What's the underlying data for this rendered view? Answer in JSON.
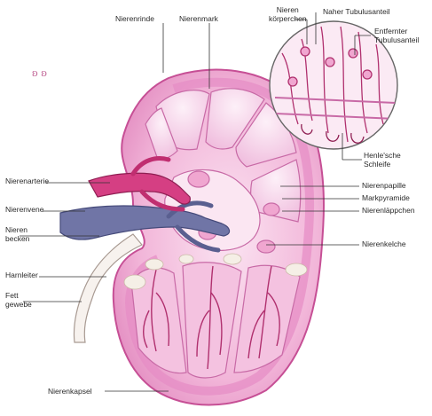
{
  "labels": {
    "nierenrinde": "Nierenrinde",
    "nierenmark": "Nierenmark",
    "nierenkoerperchen": [
      "Nieren",
      "körperchen"
    ],
    "naher_tubulusanteil": "Naher Tubulusanteil",
    "entfernter_tubulusanteil": [
      "Entfernter",
      "Tubulusanteil"
    ],
    "henle_schleife": [
      "Henle'sche",
      "Schleife"
    ],
    "nierenarterie": "Nierenarterie",
    "nierenvene": "Nierenvene",
    "nierenbecken": [
      "Nieren",
      "becken"
    ],
    "harnleiter": "Harnleiter",
    "fettgewebe": [
      "Fett",
      "gewebe"
    ],
    "nierenkapsel": "Nierenkapsel",
    "nierenpapille": "Nierenpapille",
    "markpyramide": "Markpyramide",
    "nierenlaeppchen": "Nierenläppchen",
    "nierenkelche": "Nierenkelche"
  },
  "colors": {
    "capsule": "#f6c8e4",
    "cortex": "#e98ac6",
    "pyramid": "#f5d2ea",
    "artery": "#d23a7e",
    "vein": "#6c6f9e",
    "fat": "#f3ede6"
  }
}
